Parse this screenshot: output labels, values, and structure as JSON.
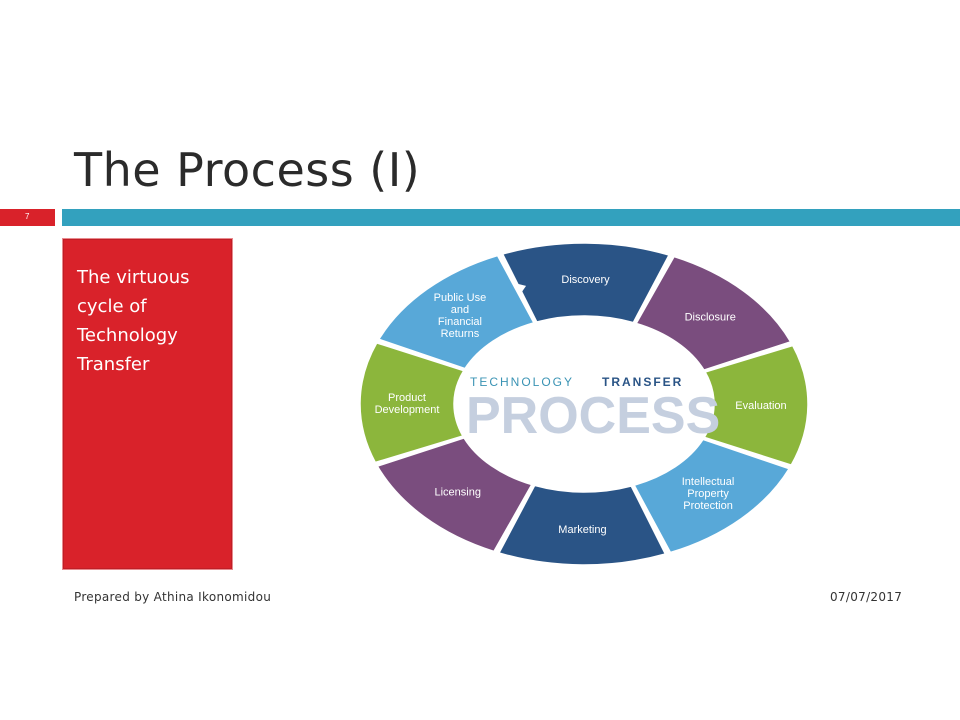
{
  "slide": {
    "title": "The Process (I)",
    "number": "7"
  },
  "side_panel": {
    "text": "The virtuous cycle of Technology Transfer"
  },
  "diagram": {
    "heading_part1": "TECHNOLOGY",
    "heading_part2": "TRANSFER",
    "heading_main": "PROCESS",
    "segments": [
      {
        "lines": [
          "Discovery"
        ],
        "color": "#2a5486"
      },
      {
        "lines": [
          "Disclosure"
        ],
        "color": "#7a4d7e"
      },
      {
        "lines": [
          "Evaluation"
        ],
        "color": "#8cb63c"
      },
      {
        "lines": [
          "Intellectual",
          "Property",
          "Protection"
        ],
        "color": "#58a8d8"
      },
      {
        "lines": [
          "Marketing"
        ],
        "color": "#2a5486"
      },
      {
        "lines": [
          "Licensing"
        ],
        "color": "#7a4d7e"
      },
      {
        "lines": [
          "Product",
          "Development"
        ],
        "color": "#8cb63c"
      },
      {
        "lines": [
          "Public Use",
          "and",
          "Financial",
          "Returns"
        ],
        "color": "#58a8d8"
      }
    ]
  },
  "footer": {
    "author": "Prepared by  Athina Ikonomidou",
    "date": "07/07/2017"
  },
  "colors": {
    "accent_red": "#d9222a",
    "accent_teal": "#33a1be"
  }
}
